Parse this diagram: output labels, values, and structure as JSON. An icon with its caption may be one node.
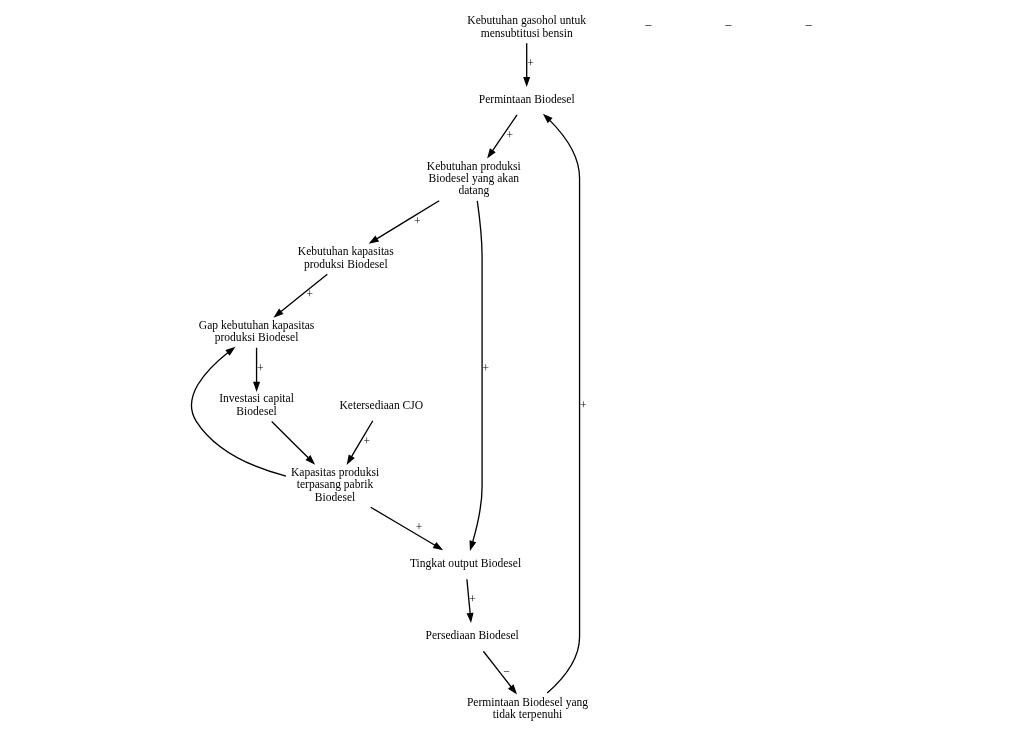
{
  "diagram": {
    "nodes": [
      {
        "text": [
          "Kebutuhan gasohol untuk mensubtitusi bensin"
        ]
      },
      {
        "text": [
          "Permintaan Biodesel"
        ]
      },
      {
        "text": [
          "Kebutuhan produksi Biodesel yang akan datang"
        ]
      },
      {
        "text": [
          "Kebutuhan kapasitas produksi Biodesel"
        ]
      },
      {
        "text": [
          "Gap kebutuhan kapasitas produksi Biodesel"
        ]
      },
      {
        "text": [
          "Tingkat output Biodesel"
        ]
      },
      {
        "text": [
          "Investasi capital Biodesel"
        ]
      },
      {
        "text": [
          "Permintaan Biodesel yang tidak terpenuhi"
        ]
      },
      {
        "text": [
          "Persediaan Biodesel"
        ]
      },
      {
        "text": [
          "Kapasitas produksi terpasang pabrik Biodesel"
        ]
      },
      {
        "text": [
          "Ketersediaan CJO"
        ]
      }
    ],
    "edges": [
      {
        "from": 0,
        "to": 1,
        "arrow": "to",
        "label": "+"
      },
      {
        "from": 1,
        "to": 2,
        "arrow": "to",
        "label": "+"
      },
      {
        "from": 2,
        "to": 3,
        "arrow": "to",
        "label": "+"
      },
      {
        "from": 3,
        "to": 4,
        "arrow": "to",
        "label": "+"
      },
      {
        "from": 2,
        "to": 5,
        "arrow": "to",
        "label": "+"
      },
      {
        "from": 4,
        "to": 6,
        "arrow": "to",
        "label": "+"
      },
      {
        "from": 5,
        "to": 8,
        "arrow": "to",
        "label": "+"
      },
      {
        "from": 8,
        "to": 7,
        "arrow": "to",
        "label": "−"
      },
      {
        "from": 7,
        "to": 1,
        "arrow": "to",
        "label": "+"
      },
      {
        "from": 6,
        "to": 9,
        "arrow": "to"
      },
      {
        "from": 9,
        "to": 5,
        "arrow": "to",
        "label": "+"
      },
      {
        "from": 10,
        "to": 9,
        "arrow": "to",
        "label": "+"
      },
      {
        "from": 9,
        "to": 4,
        "arrow": "to"
      }
    ],
    "labels": [
      "−",
      "−",
      "−"
    ]
  }
}
